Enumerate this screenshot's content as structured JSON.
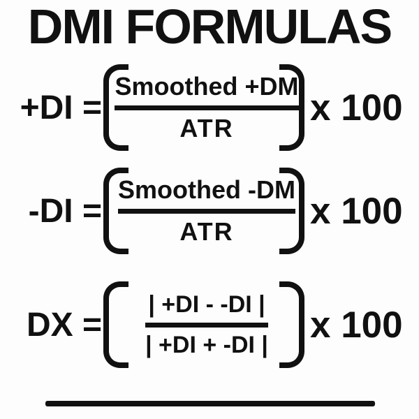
{
  "title": "DMI FORMULAS",
  "formulas": [
    {
      "lhs": "+DI =",
      "numerator": "Smoothed +DM",
      "denominator": "ATR",
      "multiplier": "x 100"
    },
    {
      "lhs": "-DI =",
      "numerator": "Smoothed -DM",
      "denominator": "ATR",
      "multiplier": "x 100"
    },
    {
      "lhs": "DX =",
      "numerator": "| +DI - -DI |",
      "denominator": "| +DI + -DI |",
      "multiplier": "x 100"
    }
  ],
  "colors": {
    "background": "#fdfdfd",
    "text": "#111111",
    "divider": "#111111"
  }
}
